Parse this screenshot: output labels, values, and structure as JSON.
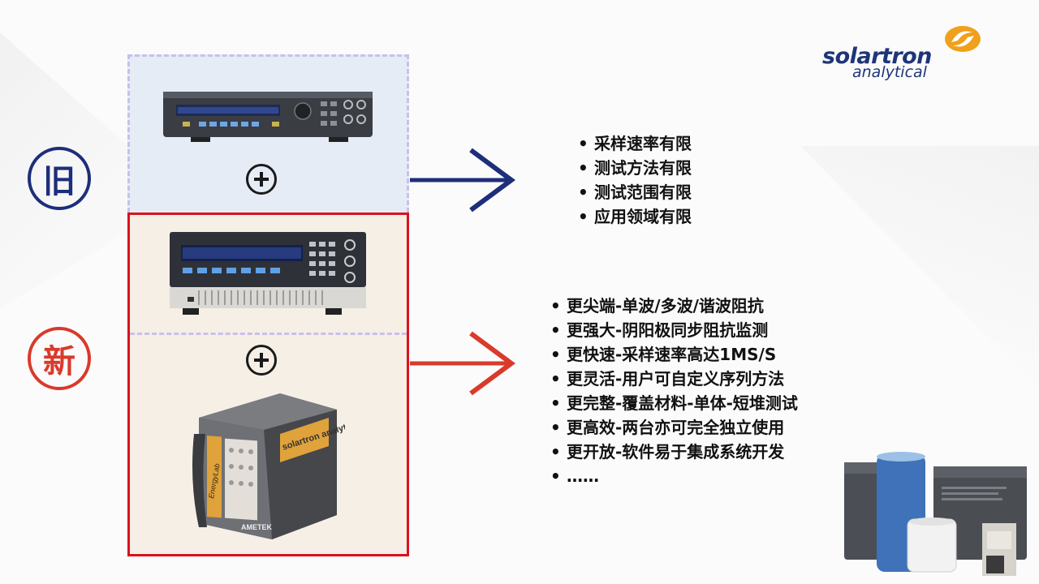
{
  "logo": {
    "brand": "solartron",
    "tagline": "analytical"
  },
  "labels": {
    "old": "旧",
    "new": "新"
  },
  "old_features": [
    "采样速率有限",
    "测试方法有限",
    "测试范围有限",
    "应用领域有限"
  ],
  "new_features": [
    "更尖端-单波/多波/谐波阻抗",
    "更强大-阴阳极同步阻抗监测",
    "更快速-采样速率高达1MS/S",
    "更灵活-用户可自定义序列方法",
    "更完整-覆盖材料-单体-短堆测试",
    "更高效-两台亦可完全独立使用",
    "更开放-软件易于集成系统开发",
    "……"
  ],
  "device_labels": {
    "energylab_brand": "solartron analytical",
    "energylab_name": "EnergyLab",
    "energylab_maker": "AMETEK"
  },
  "colors": {
    "old_accent": "#1e2e7a",
    "new_accent": "#d93a2b",
    "box_border_new": "#d9121d",
    "dashed": "#c8c0ea"
  }
}
